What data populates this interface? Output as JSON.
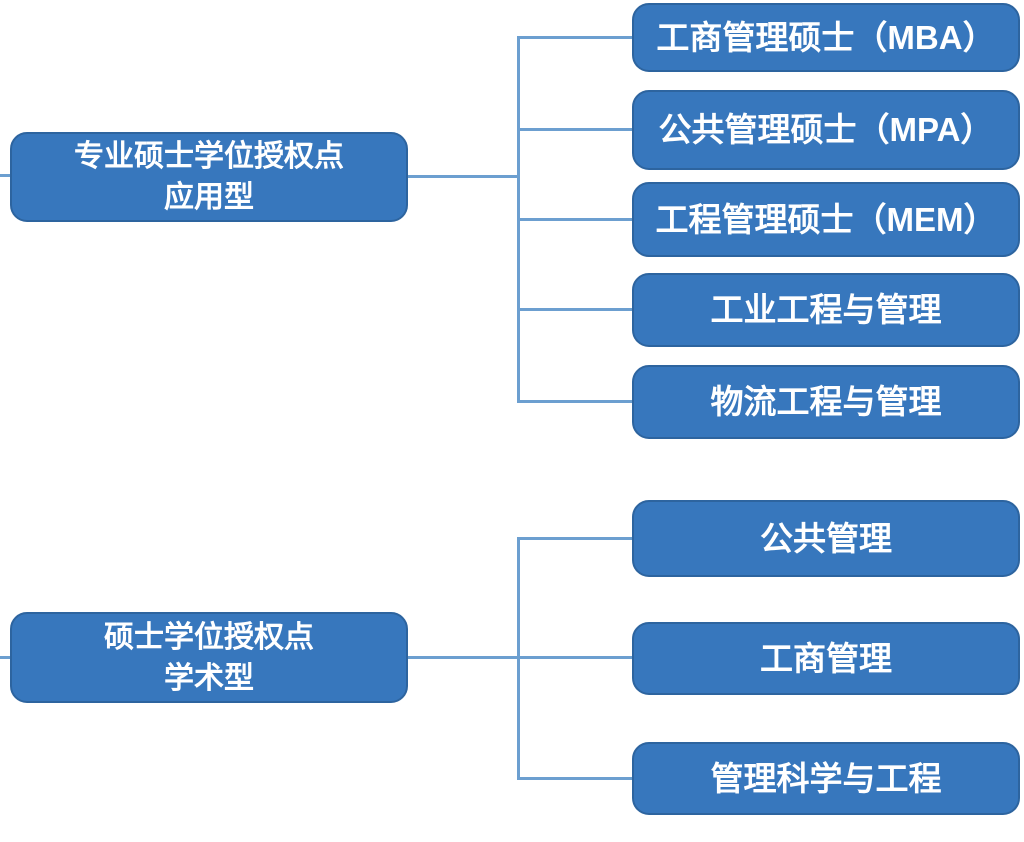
{
  "diagram": {
    "type": "tree",
    "direction": "left-to-right",
    "colors": {
      "node_fill": "#3777BD",
      "node_border": "#2d649f",
      "connector": "#6C9FD0",
      "node_text": "#ffffff",
      "background": "#ffffff"
    },
    "groups": [
      {
        "parent": {
          "line1": "专业硕士学位授权点",
          "line2": "应用型"
        },
        "children": [
          "工商管理硕士（MBA）",
          "公共管理硕士（MPA）",
          "工程管理硕士（MEM）",
          "工业工程与管理",
          "物流工程与管理"
        ]
      },
      {
        "parent": {
          "line1": "硕士学位授权点",
          "line2": "学术型"
        },
        "children": [
          "公共管理",
          "工商管理",
          "管理科学与工程"
        ]
      }
    ]
  }
}
